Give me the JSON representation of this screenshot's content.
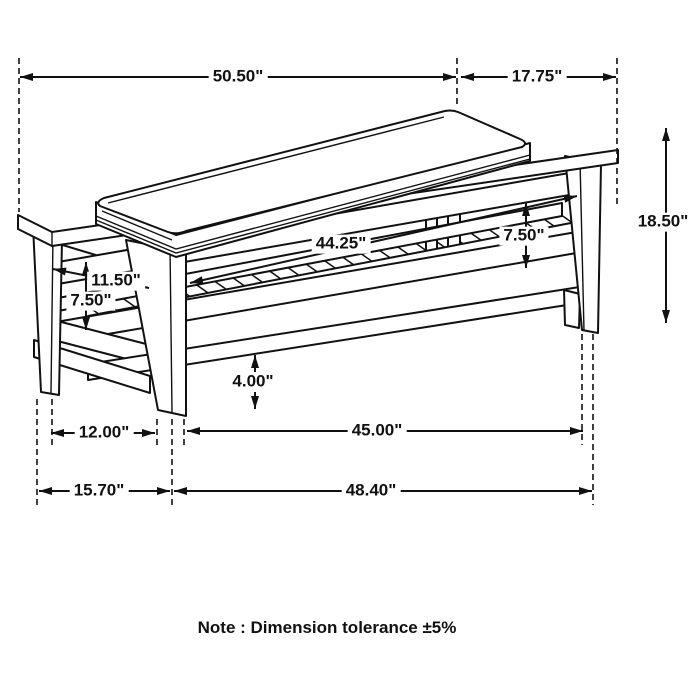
{
  "diagram": {
    "type": "furniture-dimension-drawing",
    "subject": "bench-with-shelf",
    "line_color": "#111111",
    "background": "#ffffff",
    "dims": {
      "overall_width": "50.50\"",
      "overall_depth": "17.75\"",
      "overall_height": "18.50\"",
      "shelf_length": "44.25\"",
      "seat_to_shelf_right": "7.50\"",
      "inner_side_depth": "11.50\"",
      "seat_to_shelf_left": "7.50\"",
      "shelf_floor_clearance": "4.00\"",
      "side_leg_spacing": "12.00\"",
      "front_leg_spacing": "45.00\"",
      "side_footprint": "15.70\"",
      "front_footprint": "48.40\""
    },
    "note": "Note : Dimension tolerance ±5%"
  }
}
